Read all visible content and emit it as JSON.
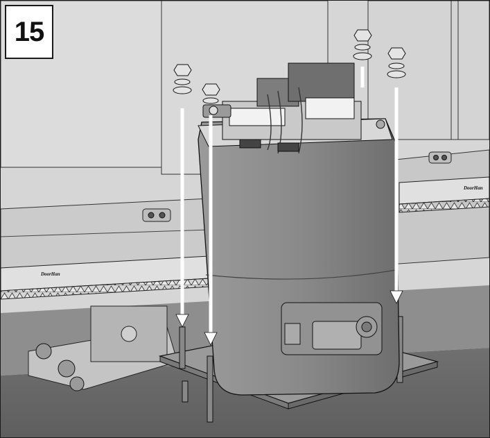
{
  "step": {
    "number": "15"
  },
  "brand": {
    "left": "DoorHan",
    "right": "DoorHan"
  },
  "colors": {
    "wall": "#d8d8d8",
    "floor": "#6b6b6b",
    "motor_body": "#8c8c8c",
    "arrow": "#ffffff",
    "outline": "#1a1a1a"
  },
  "icons": [
    "down-arrow-icon",
    "nut-icon",
    "washer-icon"
  ]
}
